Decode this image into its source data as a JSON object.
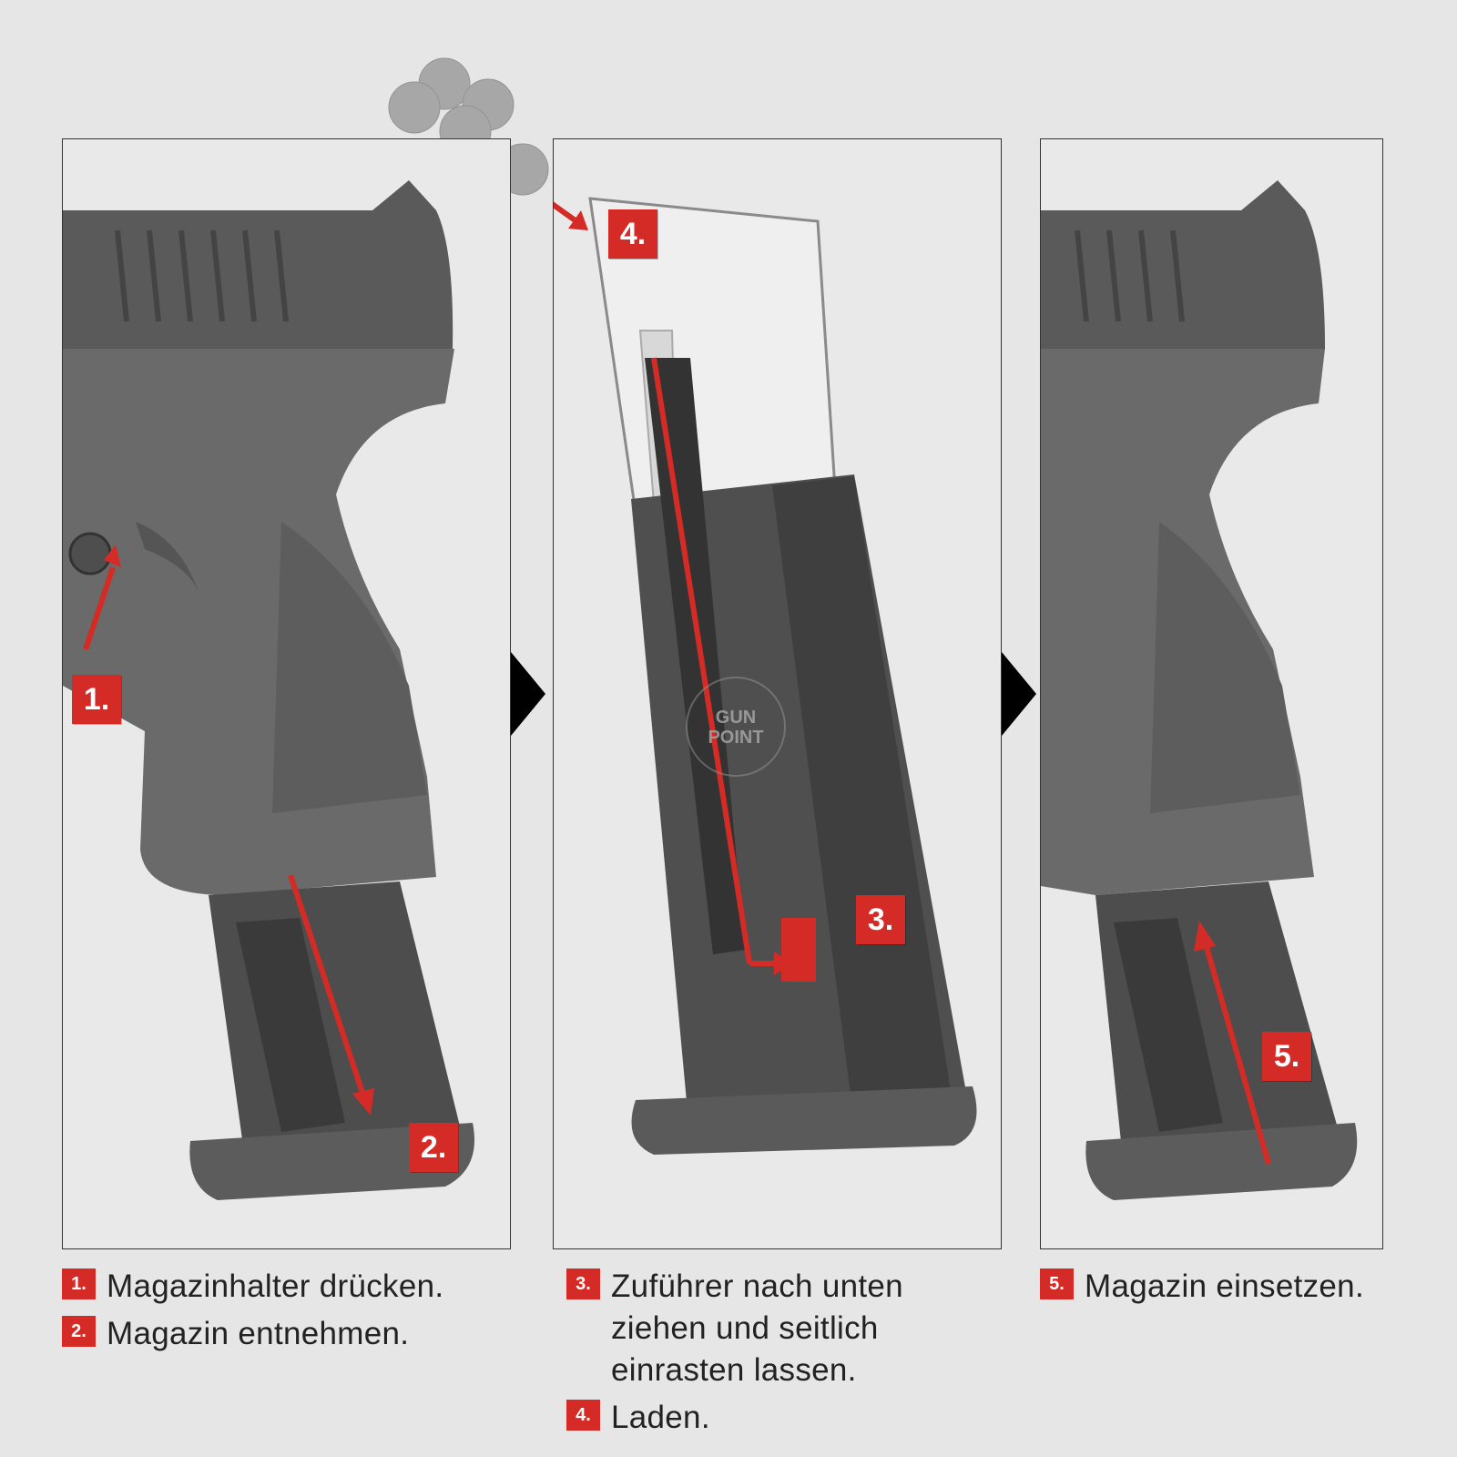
{
  "panels": [
    {
      "badges": [
        "1.",
        "2."
      ]
    },
    {
      "badges": [
        "4.",
        "3."
      ]
    },
    {
      "badges": [
        "5."
      ]
    }
  ],
  "watermark": {
    "line1": "GUN",
    "line2": "POINT"
  },
  "captions": {
    "col1": [
      {
        "num": "1.",
        "text": "Magazinhalter drücken."
      },
      {
        "num": "2.",
        "text": "Magazin entnehmen."
      }
    ],
    "col2": [
      {
        "num": "3.",
        "text": "Zuführer nach unten ziehen und seitlich einrasten lassen."
      },
      {
        "num": "4.",
        "text": "Laden."
      }
    ],
    "col3": [
      {
        "num": "5.",
        "text": "Magazin einsetzen."
      }
    ]
  },
  "colors": {
    "accent": "#d52b26",
    "gun": "#555555",
    "background": "#e6e6e6"
  },
  "icons": [
    "pistol-illustration",
    "magazine-illustration",
    "bb-pellets-icon",
    "step-arrow-icon"
  ]
}
